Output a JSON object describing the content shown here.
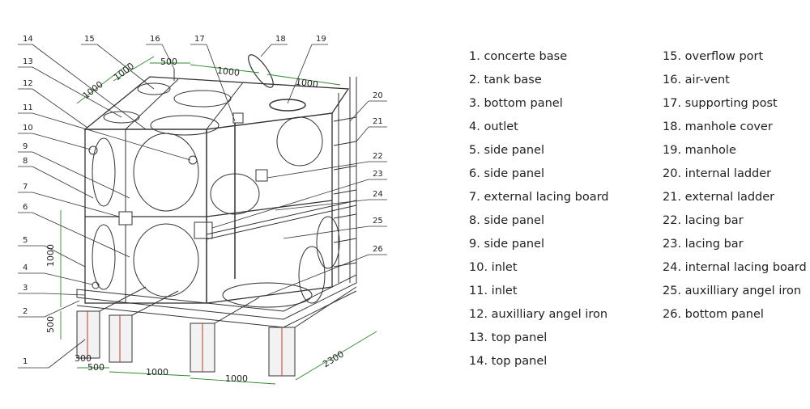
{
  "legend": {
    "left": [
      "1. concerte base",
      "2. tank base",
      "3. bottom panel",
      "4. outlet",
      "5. side panel",
      "6. side panel",
      "7. external lacing board",
      "8. side panel",
      "9. side panel",
      "10. inlet",
      "11. inlet",
      "12. auxilliary angel iron",
      "13. top panel",
      "14. top panel"
    ],
    "right": [
      "15. overflow port",
      "16. air-vent",
      "17. supporting post",
      "18. manhole cover",
      "19. manhole",
      "20. internal ladder",
      "21. external ladder",
      "22. lacing bar",
      "23. lacing bar",
      "24. internal lacing board",
      "25. auxilliary angel iron",
      "26. bottom panel"
    ]
  },
  "callouts": [
    "1",
    "2",
    "3",
    "4",
    "5",
    "6",
    "7",
    "8",
    "9",
    "10",
    "11",
    "12",
    "13",
    "14",
    "15",
    "16",
    "17",
    "18",
    "19",
    "20",
    "21",
    "22",
    "23",
    "24",
    "25",
    "26"
  ],
  "dimensions": {
    "top_1000_a": "1000",
    "top_500": "500",
    "top_1000_b": "1000",
    "top_1000_c": "1000",
    "top_1000_d": "1000",
    "left_1000": "1000",
    "left_500": "500",
    "bottom_300": "300",
    "bottom_500": "500",
    "bottom_1000_a": "1000",
    "bottom_1000_b": "1000",
    "right_2300": "2300"
  },
  "colors": {
    "line": "#333333",
    "dimension": "#2e8b2e",
    "accent": "#c0392b"
  }
}
